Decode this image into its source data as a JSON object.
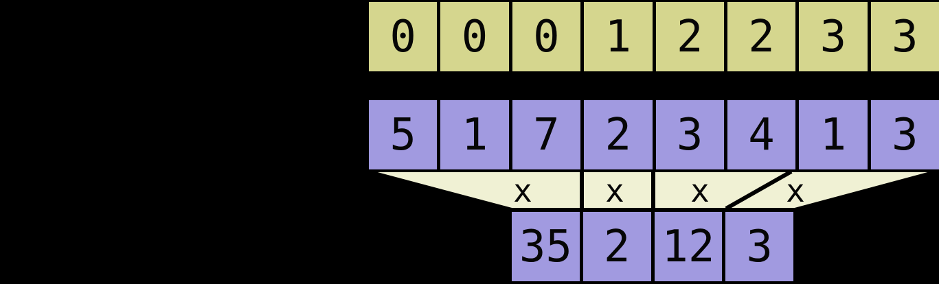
{
  "rows": {
    "keys": {
      "cells": [
        "0",
        "0",
        "0",
        "1",
        "2",
        "2",
        "3",
        "3"
      ]
    },
    "values": {
      "cells": [
        "5",
        "1",
        "7",
        "2",
        "3",
        "4",
        "1",
        "3"
      ]
    },
    "results": {
      "cells": [
        "35",
        "2",
        "12",
        "3"
      ]
    }
  },
  "funnel": {
    "operator": "x",
    "operator_count": 4
  },
  "colors": {
    "background": "#000000",
    "keys": "#d5d68e",
    "values": "#a19ae0",
    "funnel": "#f0f1d4",
    "text": "#060606"
  }
}
